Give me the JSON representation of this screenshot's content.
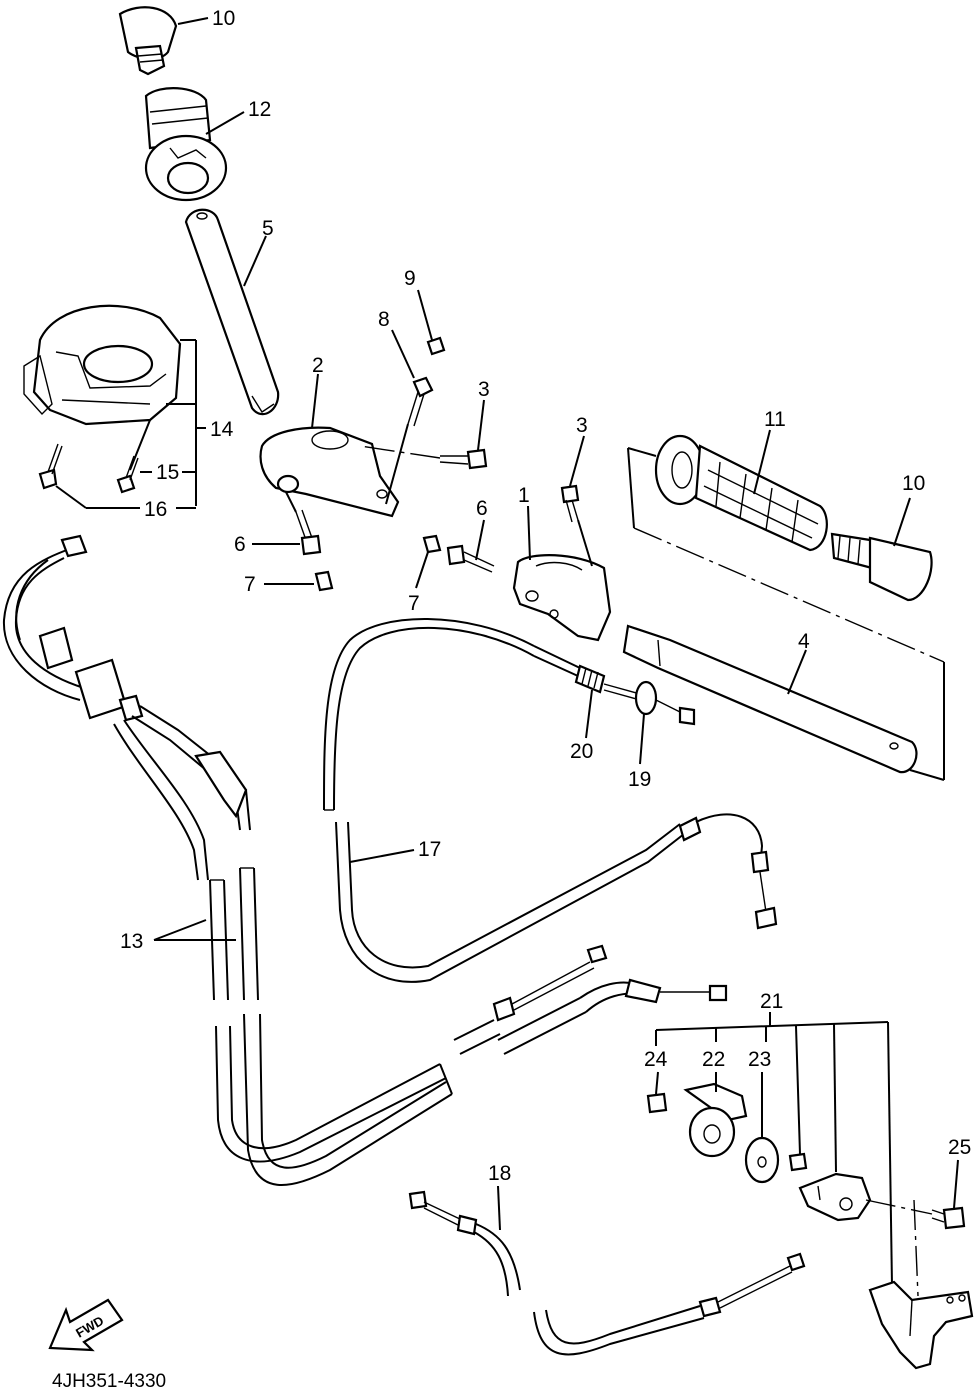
{
  "diagram": {
    "code": "4JH351-4330",
    "fwd_label": "FWD",
    "callouts": {
      "c1": "1",
      "c2": "2",
      "c3a": "3",
      "c3b": "3",
      "c4": "4",
      "c5": "5",
      "c6a": "6",
      "c6b": "6",
      "c7a": "7",
      "c7b": "7",
      "c8": "8",
      "c9": "9",
      "c10a": "10",
      "c10b": "10",
      "c11": "11",
      "c12": "12",
      "c13": "13",
      "c14": "14",
      "c15": "15",
      "c16": "16",
      "c17": "17",
      "c18": "18",
      "c19": "19",
      "c20": "20",
      "c21": "21",
      "c22": "22",
      "c23": "23",
      "c24": "24",
      "c25": "25"
    }
  }
}
